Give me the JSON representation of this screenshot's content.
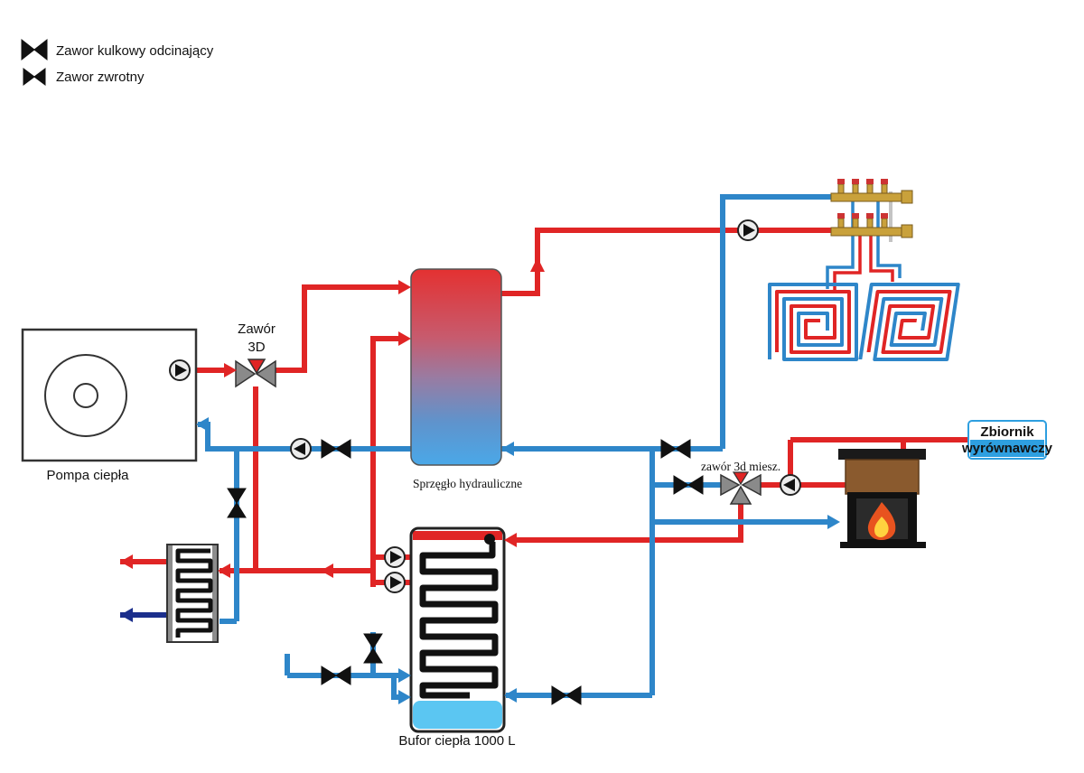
{
  "diagram": {
    "legend": {
      "items": [
        {
          "icon": "ball-valve-icon",
          "label": "Zawor kulkowy odcinający"
        },
        {
          "icon": "check-valve-icon",
          "label": "Zawor zwrotny"
        }
      ]
    },
    "labels": {
      "heat_pump": "Pompa ciepła",
      "valve3d_line1": "Zawór",
      "valve3d_line2": "3D",
      "separator": "Sprzęgło hydrauliczne",
      "buffer": "Bufor ciepła 1000 L",
      "mixing_valve": "zawór 3d miesz.",
      "expansion_tank_line1": "Zbiornik",
      "expansion_tank_line2": "wyrównawczy"
    },
    "colors": {
      "hot_pipe": "#e02525",
      "cold_pipe": "#2e86c9",
      "cold_inlet": "#1c2f8c",
      "valve_black": "#111111",
      "valve_gray": "#8a8a8a",
      "brass_manifold": "#c9a13b",
      "buffer_bottom": "#5bc6f2",
      "flame_outer": "#e8531f",
      "flame_inner": "#ffd23f",
      "fireplace_wood": "#8a5a2e",
      "expansion_blue": "#2e9fe0"
    }
  }
}
